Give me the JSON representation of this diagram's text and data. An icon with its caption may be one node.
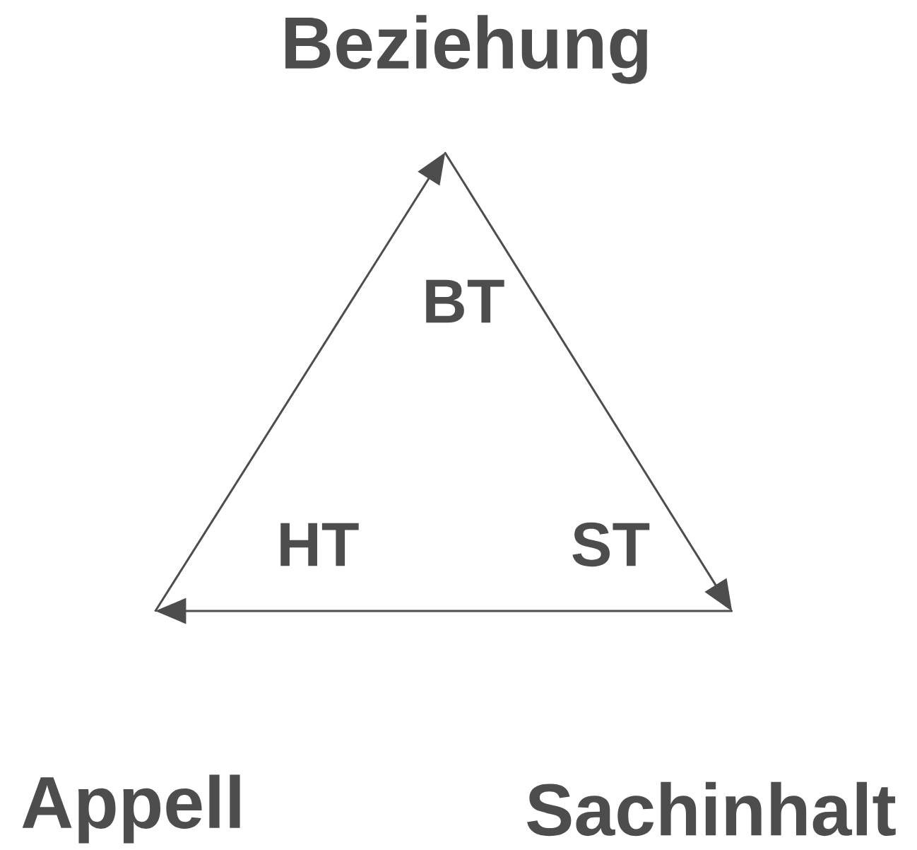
{
  "diagram": {
    "nodes": [
      {
        "text": [],
        "shape": "point",
        "beside": [
          "Beziehung"
        ]
      },
      {
        "text": [],
        "shape": "point",
        "beside": [
          "Appell"
        ]
      },
      {
        "text": [],
        "shape": "point",
        "beside": [
          "Sachinhalt"
        ]
      }
    ],
    "edges": [
      {
        "from": 1,
        "to": 0,
        "arrow": "to"
      },
      {
        "from": 0,
        "to": 2,
        "arrow": "to"
      },
      {
        "from": 2,
        "to": 1,
        "arrow": "to"
      }
    ],
    "labels": [
      "BT",
      "HT",
      "ST"
    ]
  }
}
